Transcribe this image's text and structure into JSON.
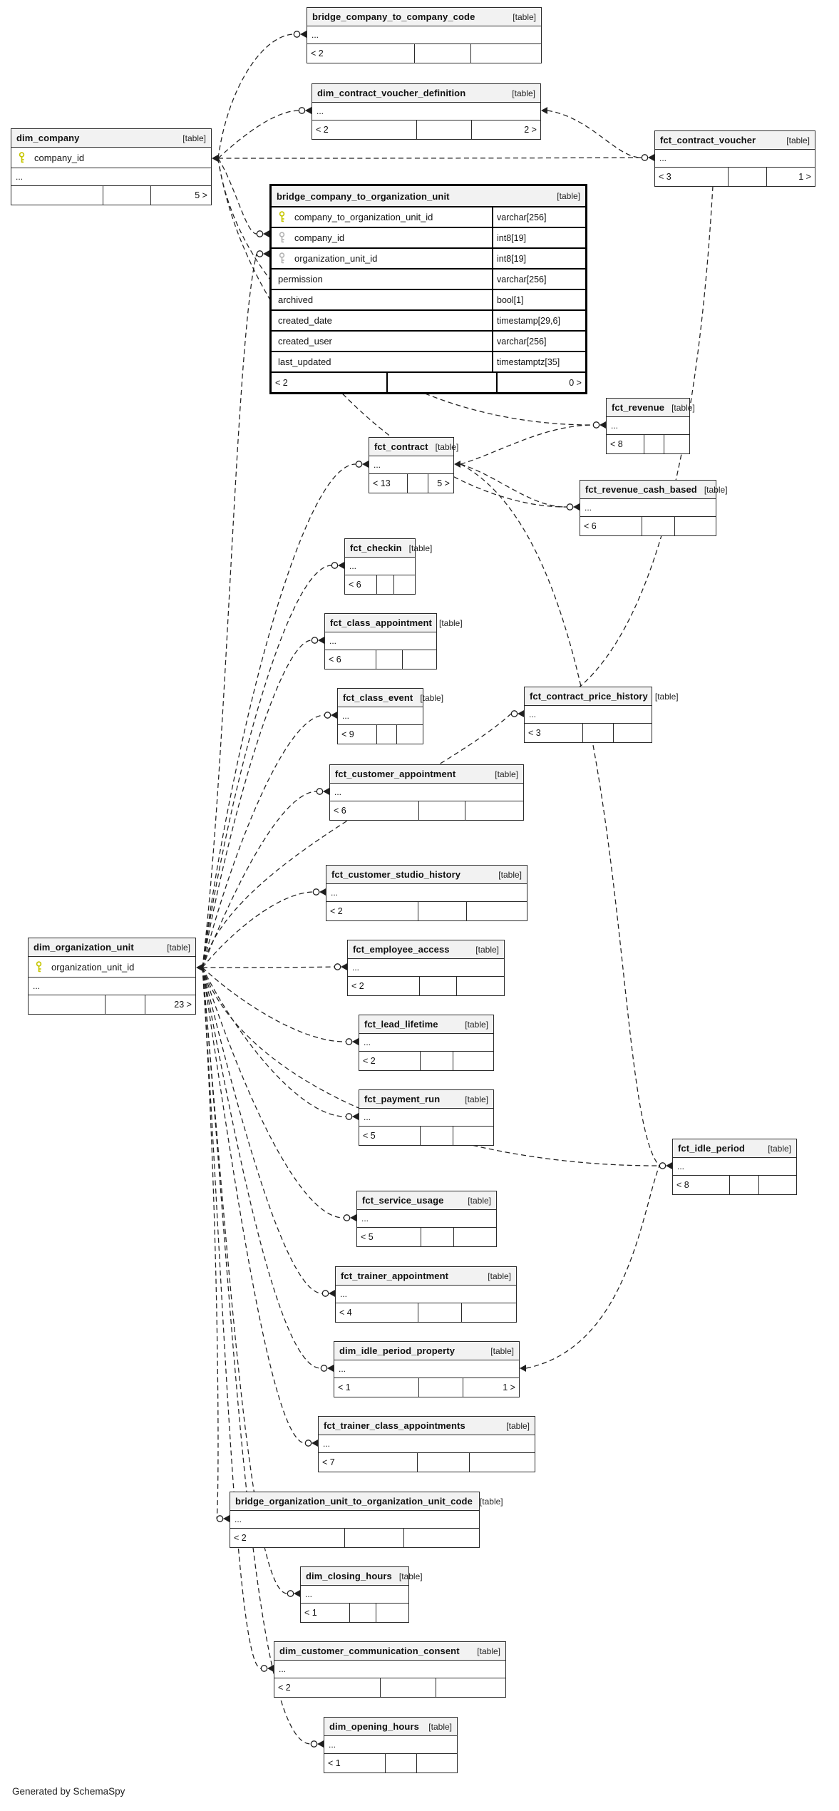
{
  "footer_note": "Generated by SchemaSpy",
  "colors": {
    "header_bg": "#f2f2f2",
    "border": "#2b2b2b",
    "primary_key": "#c6c600",
    "foreign_key": "#b5b5b5",
    "edge": "#1f1f1f"
  },
  "tables": [
    {
      "name": "bridge_company_to_company_code",
      "tag": "[table]",
      "ellipsis": "...",
      "footer": {
        "left": "< 2",
        "mid": "",
        "right": ""
      }
    },
    {
      "name": "dim_contract_voucher_definition",
      "tag": "[table]",
      "ellipsis": "...",
      "footer": {
        "left": "< 2",
        "mid": "",
        "right": "2 >"
      }
    },
    {
      "name": "dim_company",
      "tag": "[table]",
      "columns": [
        {
          "key": "pk",
          "name": "company_id"
        }
      ],
      "ellipsis": "...",
      "footer": {
        "left": "",
        "mid": "",
        "right": "5 >"
      }
    },
    {
      "name": "fct_contract_voucher",
      "tag": "[table]",
      "ellipsis": "...",
      "footer": {
        "left": "< 3",
        "mid": "",
        "right": "1 >"
      }
    },
    {
      "name": "bridge_company_to_organization_unit",
      "tag": "[table]",
      "emphasized": true,
      "columns": [
        {
          "key": "pk",
          "name": "company_to_organization_unit_id",
          "type": "varchar[256]"
        },
        {
          "key": "fk",
          "name": "company_id",
          "type": "int8[19]"
        },
        {
          "key": "fk",
          "name": "organization_unit_id",
          "type": "int8[19]"
        },
        {
          "key": null,
          "name": "permission",
          "type": "varchar[256]"
        },
        {
          "key": null,
          "name": "archived",
          "type": "bool[1]"
        },
        {
          "key": null,
          "name": "created_date",
          "type": "timestamp[29,6]"
        },
        {
          "key": null,
          "name": "created_user",
          "type": "varchar[256]"
        },
        {
          "key": null,
          "name": "last_updated",
          "type": "timestamptz[35]"
        }
      ],
      "footer": {
        "left": "< 2",
        "mid": "",
        "right": "0 >"
      }
    },
    {
      "name": "fct_revenue",
      "tag": "[table]",
      "ellipsis": "...",
      "footer": {
        "left": "< 8",
        "mid": "",
        "right": ""
      }
    },
    {
      "name": "fct_contract",
      "tag": "[table]",
      "ellipsis": "...",
      "footer": {
        "left": "< 13",
        "mid": "",
        "right": "5 >"
      }
    },
    {
      "name": "fct_revenue_cash_based",
      "tag": "[table]",
      "ellipsis": "...",
      "footer": {
        "left": "< 6",
        "mid": "",
        "right": ""
      }
    },
    {
      "name": "fct_checkin",
      "tag": "[table]",
      "ellipsis": "...",
      "footer": {
        "left": "< 6",
        "mid": "",
        "right": ""
      }
    },
    {
      "name": "fct_class_appointment",
      "tag": "[table]",
      "ellipsis": "...",
      "footer": {
        "left": "< 6",
        "mid": "",
        "right": ""
      }
    },
    {
      "name": "fct_class_event",
      "tag": "[table]",
      "ellipsis": "...",
      "footer": {
        "left": "< 9",
        "mid": "",
        "right": ""
      }
    },
    {
      "name": "fct_contract_price_history",
      "tag": "[table]",
      "ellipsis": "...",
      "footer": {
        "left": "< 3",
        "mid": "",
        "right": ""
      }
    },
    {
      "name": "fct_customer_appointment",
      "tag": "[table]",
      "ellipsis": "...",
      "footer": {
        "left": "< 6",
        "mid": "",
        "right": ""
      }
    },
    {
      "name": "fct_customer_studio_history",
      "tag": "[table]",
      "ellipsis": "...",
      "footer": {
        "left": "< 2",
        "mid": "",
        "right": ""
      }
    },
    {
      "name": "fct_employee_access",
      "tag": "[table]",
      "ellipsis": "...",
      "footer": {
        "left": "< 2",
        "mid": "",
        "right": ""
      }
    },
    {
      "name": "dim_organization_unit",
      "tag": "[table]",
      "columns": [
        {
          "key": "pk",
          "name": "organization_unit_id"
        }
      ],
      "ellipsis": "...",
      "footer": {
        "left": "",
        "mid": "",
        "right": "23 >"
      }
    },
    {
      "name": "fct_lead_lifetime",
      "tag": "[table]",
      "ellipsis": "...",
      "footer": {
        "left": "< 2",
        "mid": "",
        "right": ""
      }
    },
    {
      "name": "fct_payment_run",
      "tag": "[table]",
      "ellipsis": "...",
      "footer": {
        "left": "< 5",
        "mid": "",
        "right": ""
      }
    },
    {
      "name": "fct_idle_period",
      "tag": "[table]",
      "ellipsis": "...",
      "footer": {
        "left": "< 8",
        "mid": "",
        "right": ""
      }
    },
    {
      "name": "fct_service_usage",
      "tag": "[table]",
      "ellipsis": "...",
      "footer": {
        "left": "< 5",
        "mid": "",
        "right": ""
      }
    },
    {
      "name": "fct_trainer_appointment",
      "tag": "[table]",
      "ellipsis": "...",
      "footer": {
        "left": "< 4",
        "mid": "",
        "right": ""
      }
    },
    {
      "name": "dim_idle_period_property",
      "tag": "[table]",
      "ellipsis": "...",
      "footer": {
        "left": "< 1",
        "mid": "",
        "right": "1 >"
      }
    },
    {
      "name": "fct_trainer_class_appointments",
      "tag": "[table]",
      "ellipsis": "...",
      "footer": {
        "left": "< 7",
        "mid": "",
        "right": ""
      }
    },
    {
      "name": "bridge_organization_unit_to_organization_unit_code",
      "tag": "[table]",
      "ellipsis": "...",
      "footer": {
        "left": "< 2",
        "mid": "",
        "right": ""
      }
    },
    {
      "name": "dim_closing_hours",
      "tag": "[table]",
      "ellipsis": "...",
      "footer": {
        "left": "< 1",
        "mid": "",
        "right": ""
      }
    },
    {
      "name": "dim_customer_communication_consent",
      "tag": "[table]",
      "ellipsis": "...",
      "footer": {
        "left": "< 2",
        "mid": "",
        "right": ""
      }
    },
    {
      "name": "dim_opening_hours",
      "tag": "[table]",
      "ellipsis": "...",
      "footer": {
        "left": "< 1",
        "mid": "",
        "right": ""
      }
    }
  ],
  "connections": [
    {
      "from": "dim_company",
      "to": "bridge_company_to_company_code"
    },
    {
      "from": "dim_company",
      "to": "dim_contract_voucher_definition"
    },
    {
      "from": "dim_company",
      "to": "fct_contract_voucher"
    },
    {
      "from": "dim_company",
      "to": "bridge_company_to_organization_unit",
      "to_row": "company_id"
    },
    {
      "from": "dim_company",
      "to": "fct_revenue"
    },
    {
      "from": "dim_company",
      "to": "fct_revenue_cash_based"
    },
    {
      "from": "dim_contract_voucher_definition",
      "to": "fct_contract_voucher"
    },
    {
      "from": "fct_contract",
      "to": "fct_revenue"
    },
    {
      "from": "fct_contract",
      "to": "fct_revenue_cash_based"
    },
    {
      "from": "fct_contract",
      "to": "fct_idle_period"
    },
    {
      "from": "fct_contract_voucher",
      "to": "fct_contract_price_history"
    },
    {
      "from": "dim_organization_unit",
      "to": "bridge_company_to_organization_unit",
      "to_row": "organization_unit_id"
    },
    {
      "from": "dim_organization_unit",
      "to": "fct_contract"
    },
    {
      "from": "dim_organization_unit",
      "to": "fct_checkin"
    },
    {
      "from": "dim_organization_unit",
      "to": "fct_class_appointment"
    },
    {
      "from": "dim_organization_unit",
      "to": "fct_class_event"
    },
    {
      "from": "dim_organization_unit",
      "to": "fct_contract_price_history"
    },
    {
      "from": "dim_organization_unit",
      "to": "fct_customer_appointment"
    },
    {
      "from": "dim_organization_unit",
      "to": "fct_customer_studio_history"
    },
    {
      "from": "dim_organization_unit",
      "to": "fct_employee_access"
    },
    {
      "from": "dim_organization_unit",
      "to": "fct_lead_lifetime"
    },
    {
      "from": "dim_organization_unit",
      "to": "fct_payment_run"
    },
    {
      "from": "dim_organization_unit",
      "to": "fct_idle_period"
    },
    {
      "from": "dim_organization_unit",
      "to": "fct_service_usage"
    },
    {
      "from": "dim_organization_unit",
      "to": "fct_trainer_appointment"
    },
    {
      "from": "dim_organization_unit",
      "to": "dim_idle_period_property"
    },
    {
      "from": "dim_organization_unit",
      "to": "fct_trainer_class_appointments"
    },
    {
      "from": "dim_organization_unit",
      "to": "bridge_organization_unit_to_organization_unit_code"
    },
    {
      "from": "dim_organization_unit",
      "to": "dim_closing_hours"
    },
    {
      "from": "dim_organization_unit",
      "to": "dim_customer_communication_consent"
    },
    {
      "from": "dim_organization_unit",
      "to": "dim_opening_hours"
    },
    {
      "from": "dim_idle_period_property",
      "to": "fct_idle_period"
    }
  ]
}
